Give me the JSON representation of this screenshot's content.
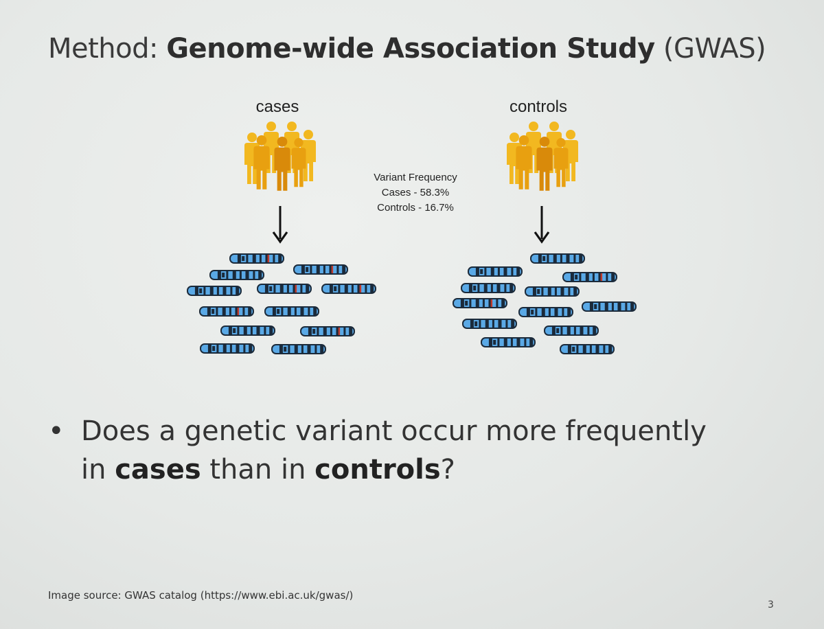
{
  "slide": {
    "title_prefix": "Method: ",
    "title_bold": "Genome-wide Association Study",
    "title_suffix": " (GWAS)",
    "cases_label": "cases",
    "controls_label": "controls",
    "frequency": {
      "heading": "Variant Frequency",
      "cases": "Cases - 58.3%",
      "controls": "Controls - 16.7%"
    },
    "bullet": {
      "symbol": "•",
      "line1": "Does a genetic variant occur more frequently",
      "line2_a": "in ",
      "line2_b": "cases",
      "line2_c": " than in ",
      "line2_d": "controls",
      "line2_e": "?"
    },
    "source": "Image source: GWAS catalog (https://www.ebi.ac.uk/gwas/)",
    "page_number": "3"
  },
  "colors": {
    "person_light": "#f2b820",
    "person_mid": "#e8a010",
    "person_dark": "#d98a0a",
    "chromosome_blue": "#5aa9e6",
    "chromosome_dark": "#1b2a3a",
    "variant_red": "#c0392b"
  },
  "icons": {
    "people": "people-group-icon",
    "arrow": "arrow-down-icon",
    "chromosome": "chromosome-icon"
  }
}
